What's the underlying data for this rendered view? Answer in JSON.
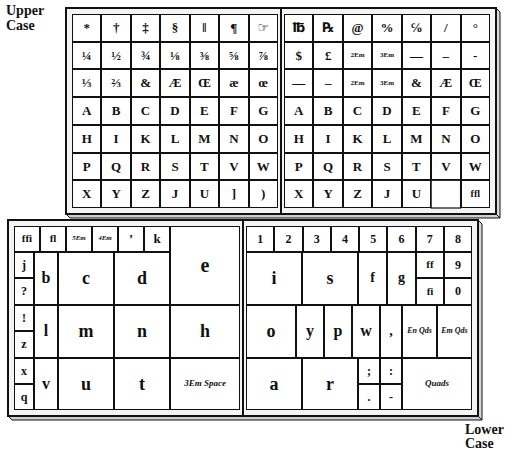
{
  "diagram": {
    "nodes": [
      {
        "text": [
          "*"
        ]
      },
      {
        "text": [
          "†"
        ]
      },
      {
        "text": [
          "‡"
        ]
      },
      {
        "text": [
          "§"
        ]
      },
      {
        "text": [
          "‖"
        ]
      },
      {
        "text": [
          "¶"
        ]
      },
      {
        "text": [
          "☞"
        ]
      },
      {
        "text": [
          "¼"
        ]
      },
      {
        "text": [
          "½"
        ]
      },
      {
        "text": [
          "¾"
        ]
      },
      {
        "text": [
          "⅛"
        ]
      },
      {
        "text": [
          "⅜"
        ]
      },
      {
        "text": [
          "⅝"
        ]
      },
      {
        "text": [
          "⅞"
        ]
      },
      {
        "text": [
          "⅓"
        ]
      },
      {
        "text": [
          "⅔"
        ]
      },
      {
        "text": [
          "&"
        ]
      },
      {
        "text": [
          "Æ"
        ]
      },
      {
        "text": [
          "Œ"
        ]
      },
      {
        "text": [
          "æ"
        ]
      },
      {
        "text": [
          "œ"
        ]
      },
      {
        "text": [
          "A"
        ]
      },
      {
        "text": [
          "B"
        ]
      },
      {
        "text": [
          "C"
        ]
      },
      {
        "text": [
          "D"
        ]
      },
      {
        "text": [
          "E"
        ]
      },
      {
        "text": [
          "F"
        ]
      },
      {
        "text": [
          "G"
        ]
      },
      {
        "text": [
          "H"
        ]
      },
      {
        "text": [
          "I"
        ]
      },
      {
        "text": [
          "K"
        ]
      },
      {
        "text": [
          "L"
        ]
      },
      {
        "text": [
          "M"
        ]
      },
      {
        "text": [
          "N"
        ]
      },
      {
        "text": [
          "O"
        ]
      },
      {
        "text": [
          "P"
        ]
      },
      {
        "text": [
          "Q"
        ]
      },
      {
        "text": [
          "R"
        ]
      },
      {
        "text": [
          "S"
        ]
      },
      {
        "text": [
          "T"
        ]
      },
      {
        "text": [
          "V"
        ]
      },
      {
        "text": [
          "W"
        ]
      },
      {
        "text": [
          "X"
        ]
      },
      {
        "text": [
          "Y"
        ]
      },
      {
        "text": [
          "Z"
        ]
      },
      {
        "text": [
          "J"
        ]
      },
      {
        "text": [
          "U"
        ]
      },
      {
        "text": [
          "]"
        ]
      },
      {
        "text": [
          ")"
        ]
      },
      {
        "text": [
          "℔"
        ]
      },
      {
        "text": [
          "℞"
        ]
      },
      {
        "text": [
          "@"
        ]
      },
      {
        "text": [
          "%"
        ]
      },
      {
        "text": [
          "℅"
        ]
      },
      {
        "text": [
          "/"
        ]
      },
      {
        "text": [
          "°"
        ]
      },
      {
        "text": [
          "$"
        ]
      },
      {
        "text": [
          "£"
        ]
      },
      {
        "text": [
          "2Em"
        ]
      },
      {
        "text": [
          "3Em"
        ]
      },
      {
        "text": [
          "—"
        ]
      },
      {
        "text": [
          "–"
        ]
      },
      {
        "text": [
          "-"
        ]
      },
      {
        "text": [
          "—"
        ]
      },
      {
        "text": [
          "–"
        ]
      },
      {
        "text": [
          "2Em"
        ]
      },
      {
        "text": [
          "3Em"
        ]
      },
      {
        "text": [
          "&"
        ]
      },
      {
        "text": [
          "Æ"
        ]
      },
      {
        "text": [
          "Œ"
        ]
      },
      {
        "text": [
          "A"
        ]
      },
      {
        "text": [
          "B"
        ]
      },
      {
        "text": [
          "C"
        ]
      },
      {
        "text": [
          "D"
        ]
      },
      {
        "text": [
          "E"
        ]
      },
      {
        "text": [
          "F"
        ]
      },
      {
        "text": [
          "G"
        ]
      },
      {
        "text": [
          "H"
        ]
      },
      {
        "text": [
          "I"
        ]
      },
      {
        "text": [
          "K"
        ]
      },
      {
        "text": [
          "L"
        ]
      },
      {
        "text": [
          "M"
        ]
      },
      {
        "text": [
          "N"
        ]
      },
      {
        "text": [
          "O"
        ]
      },
      {
        "text": [
          "P"
        ]
      },
      {
        "text": [
          "Q"
        ]
      },
      {
        "text": [
          "R"
        ]
      },
      {
        "text": [
          "S"
        ]
      },
      {
        "text": [
          "T"
        ]
      },
      {
        "text": [
          "V"
        ]
      },
      {
        "text": [
          "W"
        ]
      },
      {
        "text": [
          "X"
        ]
      },
      {
        "text": [
          "Y"
        ]
      },
      {
        "text": [
          "Z"
        ]
      },
      {
        "text": [
          "J"
        ]
      },
      {
        "text": [
          "U"
        ]
      },
      {
        "text": [
          "ffl"
        ]
      },
      {
        "text": [
          "ffi"
        ]
      },
      {
        "text": [
          "fl"
        ]
      },
      {
        "text": [
          "5Em"
        ]
      },
      {
        "text": [
          "4Em"
        ]
      },
      {
        "text": [
          "’"
        ]
      },
      {
        "text": [
          "k"
        ]
      },
      {
        "text": [
          "e"
        ]
      },
      {
        "text": [
          "j"
        ]
      },
      {
        "text": [
          "b"
        ]
      },
      {
        "text": [
          "c"
        ]
      },
      {
        "text": [
          "d"
        ]
      },
      {
        "text": [
          "?"
        ]
      },
      {
        "text": [
          "!"
        ]
      },
      {
        "text": [
          "l"
        ]
      },
      {
        "text": [
          "m"
        ]
      },
      {
        "text": [
          "n"
        ]
      },
      {
        "text": [
          "h"
        ]
      },
      {
        "text": [
          "z"
        ]
      },
      {
        "text": [
          "x"
        ]
      },
      {
        "text": [
          "v"
        ]
      },
      {
        "text": [
          "u"
        ]
      },
      {
        "text": [
          "t"
        ]
      },
      {
        "text": [
          "3Em Space"
        ]
      },
      {
        "text": [
          "q"
        ]
      },
      {
        "text": [
          "1"
        ]
      },
      {
        "text": [
          "2"
        ]
      },
      {
        "text": [
          "3"
        ]
      },
      {
        "text": [
          "4"
        ]
      },
      {
        "text": [
          "5"
        ]
      },
      {
        "text": [
          "6"
        ]
      },
      {
        "text": [
          "7"
        ]
      },
      {
        "text": [
          "8"
        ]
      },
      {
        "text": [
          "i"
        ]
      },
      {
        "text": [
          "s"
        ]
      },
      {
        "text": [
          "f"
        ]
      },
      {
        "text": [
          "g"
        ]
      },
      {
        "text": [
          "ff"
        ]
      },
      {
        "text": [
          "9"
        ]
      },
      {
        "text": [
          "fi"
        ]
      },
      {
        "text": [
          "0"
        ]
      },
      {
        "text": [
          "o"
        ]
      },
      {
        "text": [
          "y"
        ]
      },
      {
        "text": [
          "p"
        ]
      },
      {
        "text": [
          "w"
        ]
      },
      {
        "text": [
          ","
        ]
      },
      {
        "text": [
          "En Qds"
        ]
      },
      {
        "text": [
          "Em Qds"
        ]
      },
      {
        "text": [
          "a"
        ]
      },
      {
        "text": [
          "r"
        ]
      },
      {
        "text": [
          ";"
        ]
      },
      {
        "text": [
          ":"
        ]
      },
      {
        "text": [
          "."
        ]
      },
      {
        "text": [
          "-"
        ]
      },
      {
        "text": [
          "Quads"
        ]
      }
    ],
    "labels": [
      "Upper Case",
      "Lower Case"
    ]
  }
}
